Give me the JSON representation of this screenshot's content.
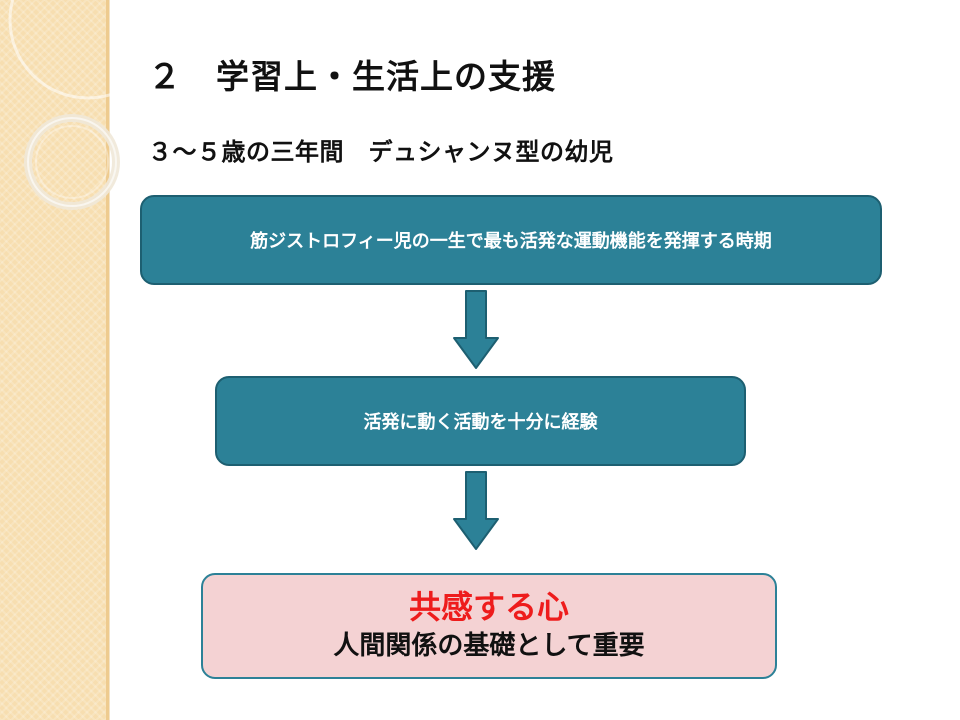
{
  "slide": {
    "title": "２　学習上・生活上の支援",
    "subtitle": "３～５歳の三年間　デュシャンヌ型の幼児"
  },
  "flow": {
    "step1": "筋ジストロフィー児の一生で最も活発な運動機能を発揮する時期",
    "step2": "活発に動く活動を十分に経験",
    "result_heading": "共感する心",
    "result_text": "人間関係の基礎として重要"
  },
  "colors": {
    "box_fill": "#2c8197",
    "box_border": "#1d5f71",
    "result_fill": "#f4d2d3",
    "heading_red": "#ee1c1c",
    "side_band": "#f7deb0"
  }
}
